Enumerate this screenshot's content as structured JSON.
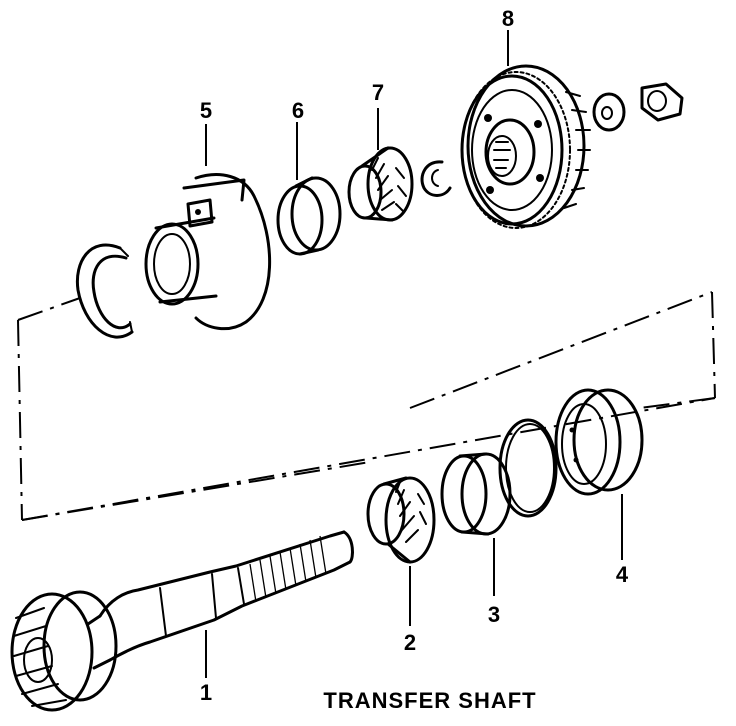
{
  "callouts": [
    {
      "id": "1",
      "label": "1"
    },
    {
      "id": "2",
      "label": "2"
    },
    {
      "id": "3",
      "label": "3"
    },
    {
      "id": "4",
      "label": "4"
    },
    {
      "id": "5",
      "label": "5"
    },
    {
      "id": "6",
      "label": "6"
    },
    {
      "id": "7",
      "label": "7"
    },
    {
      "id": "8",
      "label": "8"
    }
  ],
  "caption": "TRANSFER SHAFT"
}
